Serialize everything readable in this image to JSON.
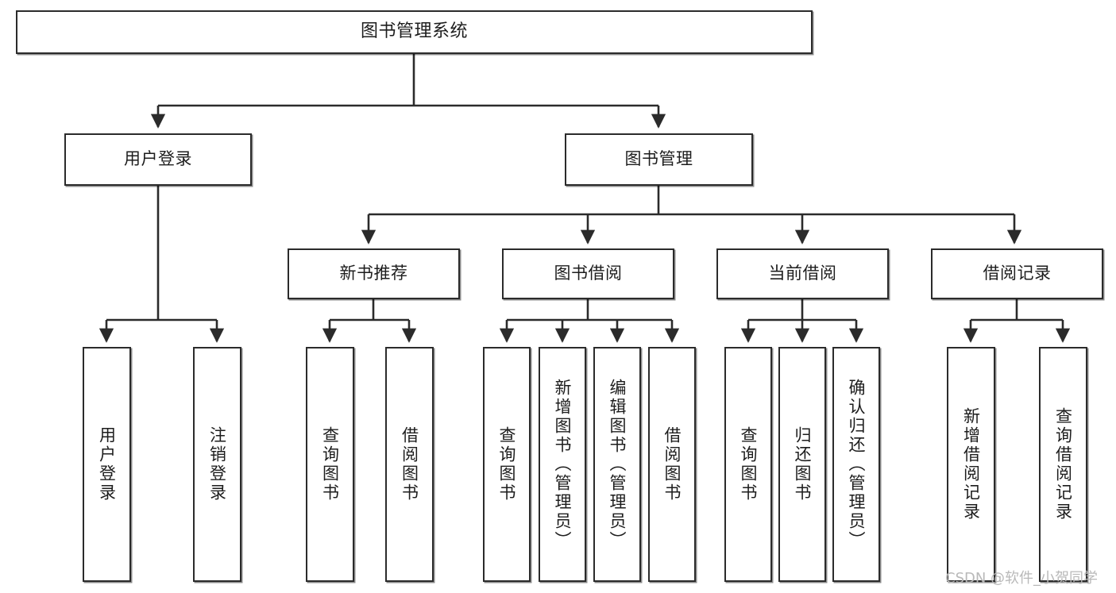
{
  "diagram": {
    "type": "hierarchy-tree",
    "title": "图书管理系统",
    "root": {
      "label": "图书管理系统"
    },
    "level2": [
      {
        "label": "用户登录"
      },
      {
        "label": "图书管理"
      }
    ],
    "level3": [
      {
        "label": "新书推荐"
      },
      {
        "label": "图书借阅"
      },
      {
        "label": "当前借阅"
      },
      {
        "label": "借阅记录"
      }
    ],
    "leaves": {
      "user_login": [
        {
          "label": "用户登录"
        },
        {
          "label": "注销登录"
        }
      ],
      "new_book_recommend": [
        {
          "label": "查询图书"
        },
        {
          "label": "借阅图书"
        }
      ],
      "book_borrow": [
        {
          "label": "查询图书"
        },
        {
          "label": "新增图书（管理员）"
        },
        {
          "label": "编辑图书（管理员）"
        },
        {
          "label": "借阅图书"
        }
      ],
      "current_borrow": [
        {
          "label": "查询图书"
        },
        {
          "label": "归还图书"
        },
        {
          "label": "确认归还（管理员）"
        }
      ],
      "borrow_records": [
        {
          "label": "新增借阅记录"
        },
        {
          "label": "查询借阅记录"
        }
      ]
    }
  },
  "watermark": {
    "text": "CSDN @软件_小贺同学"
  },
  "colors": {
    "box_border": "#2b2b2b",
    "box_fill": "#ffffff",
    "text": "#1d1d1d",
    "connector": "#2b2b2b",
    "watermark": "#b9b9b9"
  }
}
